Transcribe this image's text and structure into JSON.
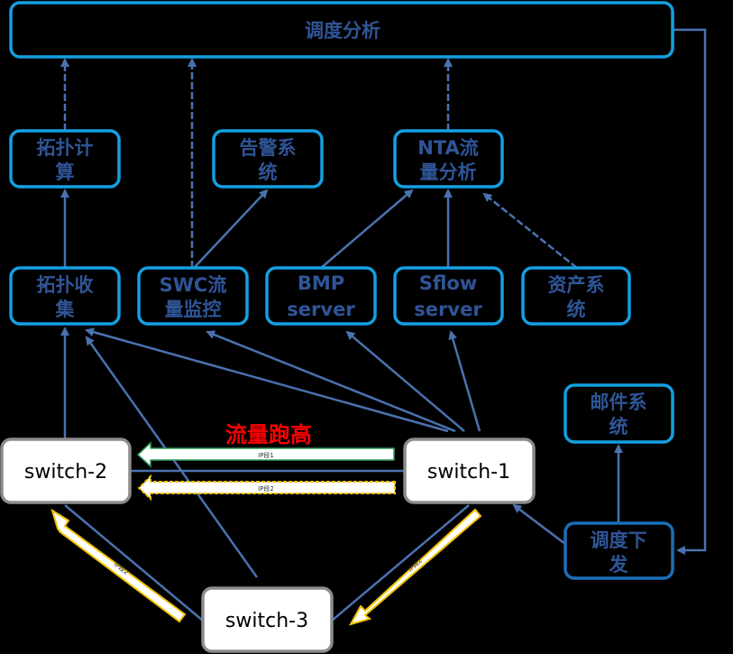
{
  "nodes": {
    "schedule_analysis": "调度分析",
    "topo_calc": [
      "拓扑计",
      "算"
    ],
    "alarm": [
      "告警系",
      "统"
    ],
    "nta": [
      "NTA流",
      "量分析"
    ],
    "topo_collect": [
      "拓扑收",
      "集"
    ],
    "swc": [
      "SWC流",
      "量监控"
    ],
    "bmp": [
      "BMP",
      "server"
    ],
    "sflow": [
      "Sflow",
      "server"
    ],
    "asset": [
      "资产系",
      "统"
    ],
    "mail": [
      "邮件系",
      "统"
    ],
    "dispatch": [
      "调度下",
      "发"
    ],
    "switch1": "switch-1",
    "switch2": "switch-2",
    "switch3": "switch-3"
  },
  "annotation": "流量跑高",
  "flows": {
    "seg1": "IP段1",
    "seg2": "IP段2",
    "diag_left": "IP段2",
    "diag_right": "IP段2"
  },
  "colors": {
    "box_border": "#14a0e2",
    "box_text": "#2f5597",
    "line": "#4a72b0",
    "annotation": "#ff0000",
    "flow_primary_border": "#2e9c5a",
    "flow_secondary_border": "#f2c200"
  }
}
